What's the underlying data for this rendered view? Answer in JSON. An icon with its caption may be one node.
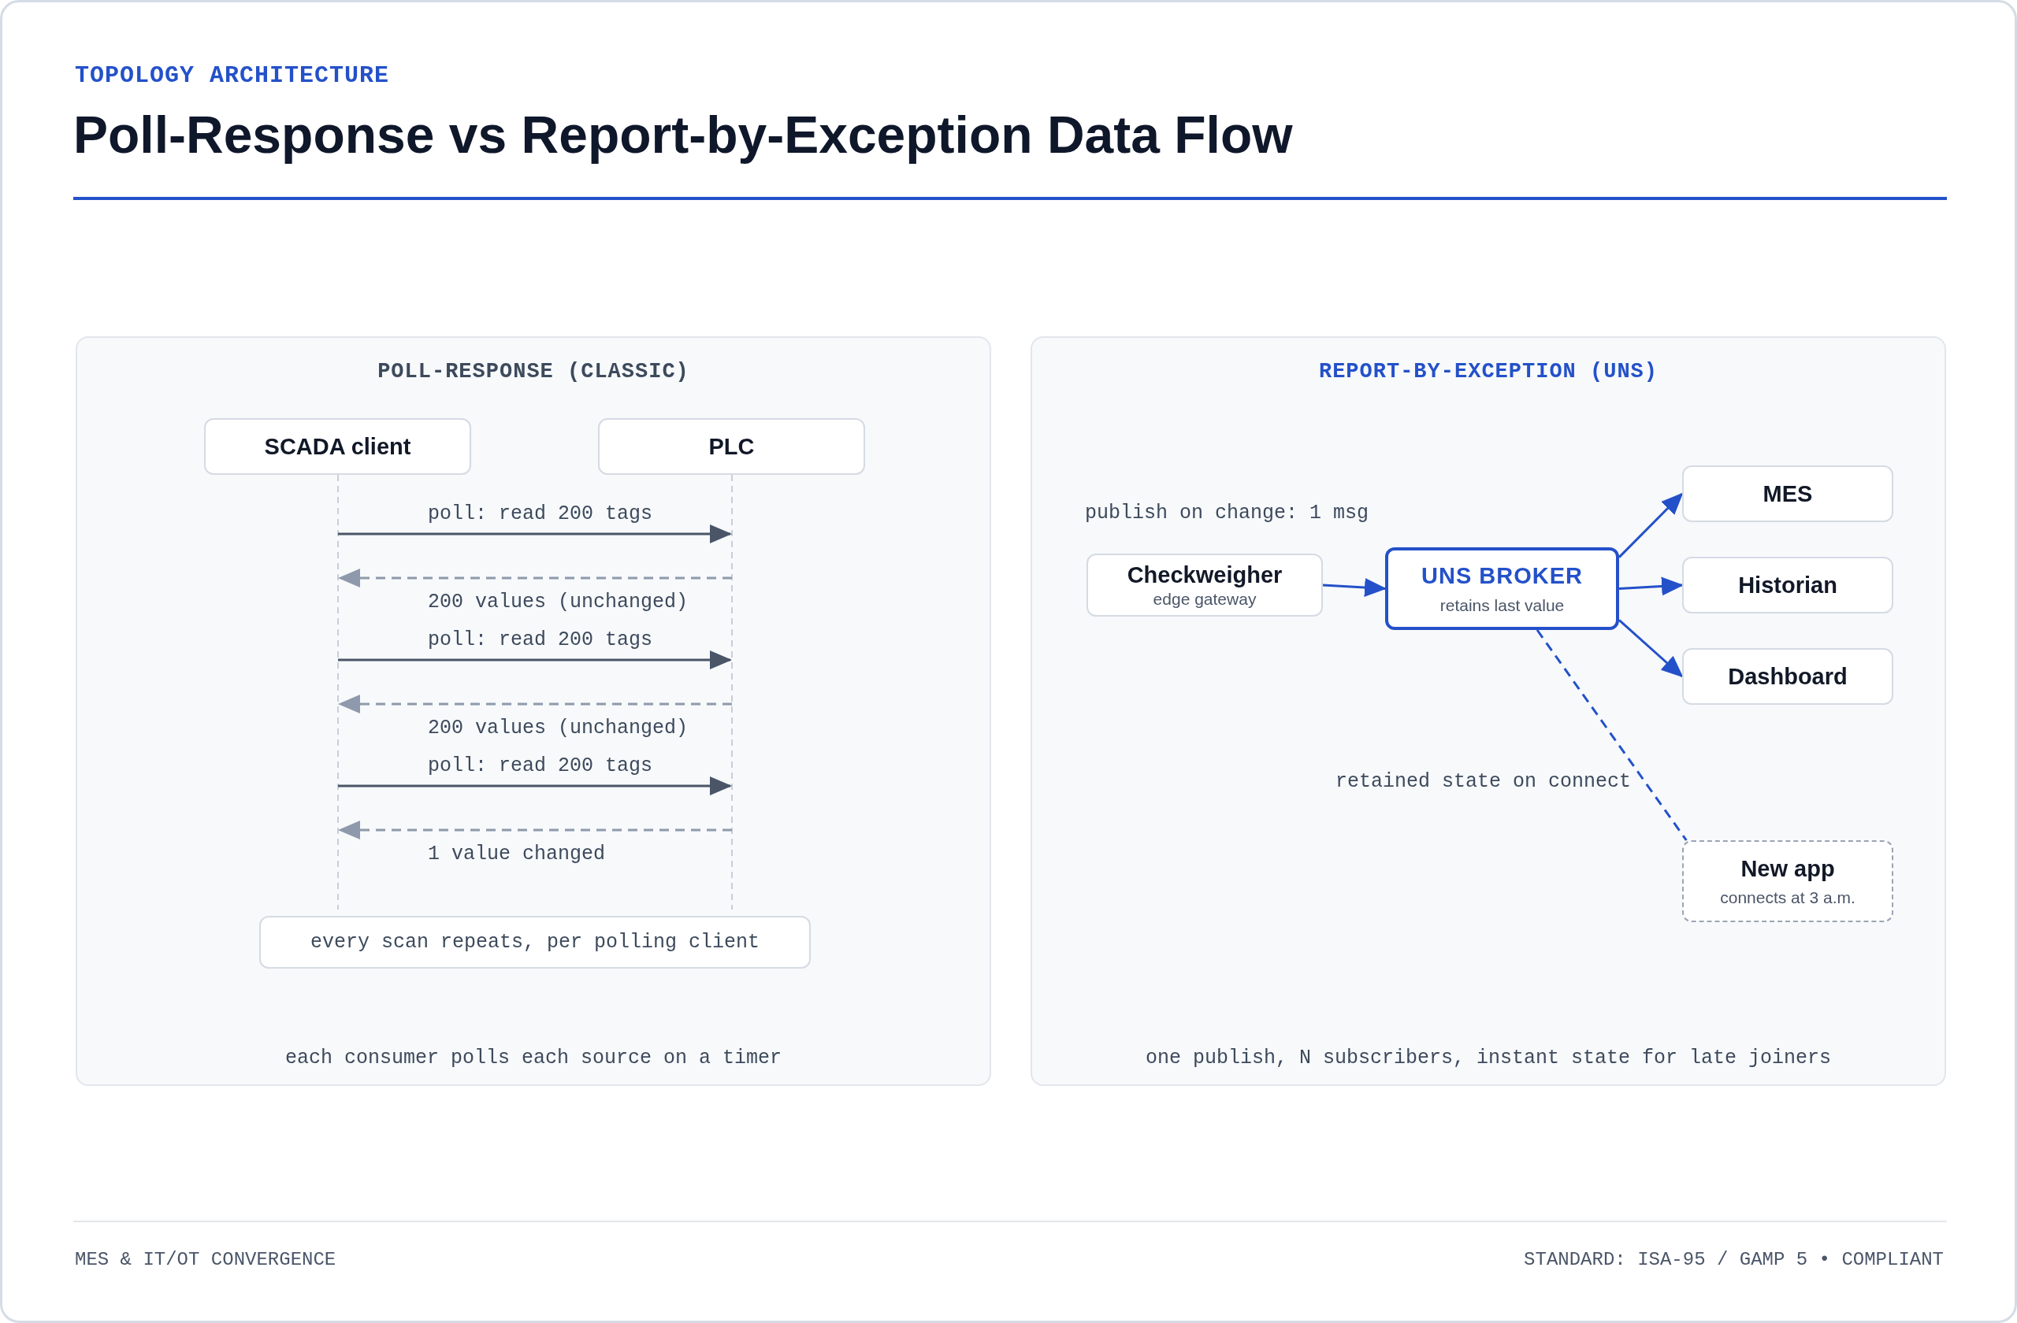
{
  "diagram": {
    "title": "Poll-Response vs Report-by-Exception Data Flow",
    "nodes": [
      {
        "text": [
          "POLL-RESPONSE (CLASSIC)",
          "each consumer polls each source on a timer"
        ]
      },
      {
        "text": [
          "REPORT-BY-EXCEPTION (UNS)",
          "one publish, N subscribers, instant state for late joiners"
        ]
      },
      {
        "text": [
          "SCADA client"
        ],
        "in": 0
      },
      {
        "text": [
          "PLC"
        ],
        "in": 0
      },
      {
        "text": [],
        "shape": "line",
        "in": 0
      },
      {
        "text": [],
        "shape": "line",
        "in": 0
      },
      {
        "text": [
          "every scan repeats, per polling client"
        ],
        "in": 0
      },
      {
        "text": [
          "Checkweigher",
          "edge gateway"
        ],
        "in": 1
      },
      {
        "text": [
          "UNS BROKER",
          "retains last value"
        ],
        "in": 1
      },
      {
        "text": [
          "MES"
        ],
        "in": 1
      },
      {
        "text": [
          "Historian"
        ],
        "in": 1
      },
      {
        "text": [
          "Dashboard"
        ],
        "in": 1
      },
      {
        "text": [
          "New app",
          "connects at 3 a.m."
        ],
        "in": 1
      }
    ],
    "edges": [
      {
        "from": 4,
        "to": 5,
        "arrow": "to",
        "label": "poll: read 200 tags",
        "color": "#4a5568"
      },
      {
        "from": 5,
        "to": 4,
        "arrow": "to",
        "label": "200 values (unchanged)",
        "style": "dashed",
        "color": "#8e9aab"
      },
      {
        "from": 4,
        "to": 5,
        "arrow": "to",
        "label": "poll: read 200 tags",
        "color": "#4a5568"
      },
      {
        "from": 5,
        "to": 4,
        "arrow": "to",
        "label": "200 values (unchanged)",
        "style": "dashed",
        "color": "#8e9aab"
      },
      {
        "from": 4,
        "to": 5,
        "arrow": "to",
        "label": "poll: read 200 tags",
        "color": "#4a5568"
      },
      {
        "from": 5,
        "to": 4,
        "arrow": "to",
        "label": "1 value changed",
        "style": "dashed",
        "color": "#8e9aab"
      },
      {
        "from": 7,
        "to": 8,
        "arrow": "to"
      },
      {
        "from": 8,
        "to": 9,
        "arrow": "to"
      },
      {
        "from": 8,
        "to": 10,
        "arrow": "to"
      },
      {
        "from": 8,
        "to": 11,
        "arrow": "to"
      },
      {
        "from": 8,
        "to": 12,
        "arrow": "none",
        "label": "retained state on connect",
        "style": "dashed"
      }
    ],
    "labels": [
      "TOPOLOGY ARCHITECTURE",
      "publish on change: 1 msg",
      "MES & IT/OT CONVERGENCE",
      "STANDARD: ISA-95 / GAMP 5 • COMPLIANT"
    ]
  }
}
